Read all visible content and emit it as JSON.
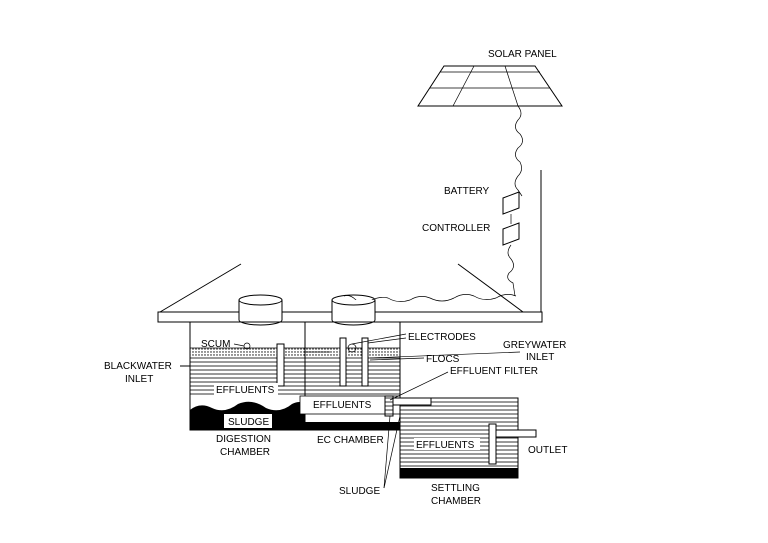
{
  "diagram": {
    "labels": {
      "solar_panel": "SOLAR PANEL",
      "battery": "BATTERY",
      "controller": "CONTROLLER",
      "scum": "SCUM",
      "electrodes": "ELECTRODES",
      "greywater_inlet_1": "GREYWATER",
      "greywater_inlet_2": "INLET",
      "blackwater_inlet_1": "BLACKWATER",
      "blackwater_inlet_2": "INLET",
      "flocs": "FLOCS",
      "effluent_filter": "EFFLUENT FILTER",
      "effluents_digestion": "EFFLUENTS",
      "effluents_ec": "EFFLUENTS",
      "effluents_settling": "EFFLUENTS",
      "sludge_digestion": "SLUDGE",
      "digestion_chamber_1": "DIGESTION",
      "digestion_chamber_2": "CHAMBER",
      "ec_chamber": "EC CHAMBER",
      "outlet": "OUTLET",
      "sludge_bottom": "SLUDGE",
      "settling_chamber_1": "SETTLING",
      "settling_chamber_2": "CHAMBER"
    },
    "colors": {
      "line": "#000000",
      "background": "#ffffff",
      "sludge_fill": "#000000"
    }
  }
}
